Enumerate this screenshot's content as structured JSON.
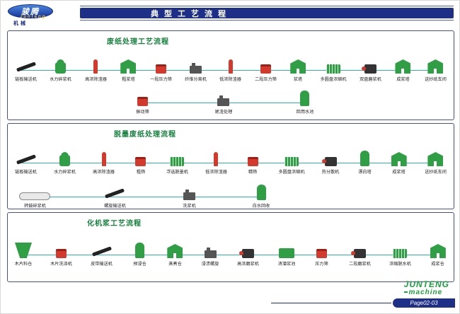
{
  "header": {
    "logo": {
      "main": "骏腾",
      "script": "Junteng",
      "sub": "机械"
    },
    "title": "典型工艺流程"
  },
  "flows": [
    {
      "title": "废纸处理工艺流程",
      "rows": [
        {
          "items": [
            {
              "label": "链板输送机",
              "type": "conveyor"
            },
            {
              "label": "水力碎浆机",
              "type": "pulper"
            },
            {
              "label": "高浓除渣器",
              "type": "cleaner"
            },
            {
              "label": "粗浆塔",
              "type": "tank"
            },
            {
              "label": "一段压力筛",
              "type": "screen"
            },
            {
              "label": "纤维分离机",
              "type": "machine"
            },
            {
              "label": "低浓除渣器",
              "type": "cleaner"
            },
            {
              "label": "二段压力筛",
              "type": "screen"
            },
            {
              "label": "浆塔",
              "type": "tank"
            },
            {
              "label": "多圆盘浓缩机",
              "type": "disc"
            },
            {
              "label": "双盘磨浆机",
              "type": "refiner"
            },
            {
              "label": "成浆塔",
              "type": "tank"
            },
            {
              "label": "送抄纸车间",
              "type": "tank"
            }
          ]
        },
        {
          "items": [
            {
              "label": "振动筛",
              "type": "screen"
            },
            {
              "label": "尾渣处理",
              "type": "machine"
            },
            {
              "label": "回用水池",
              "type": "tower"
            }
          ]
        }
      ]
    },
    {
      "title": "脱墨废纸处理流程",
      "rows": [
        {
          "items": [
            {
              "label": "链板输送机",
              "type": "conveyor"
            },
            {
              "label": "水力碎浆机",
              "type": "pulper"
            },
            {
              "label": "高浓除渣器",
              "type": "cleaner"
            },
            {
              "label": "粗筛",
              "type": "screen"
            },
            {
              "label": "浮选脱墨机",
              "type": "disc"
            },
            {
              "label": "低浓除渣器",
              "type": "cleaner"
            },
            {
              "label": "精筛",
              "type": "screen"
            },
            {
              "label": "多圆盘浓缩机",
              "type": "disc"
            },
            {
              "label": "热分散机",
              "type": "refiner"
            },
            {
              "label": "漂白塔",
              "type": "tower"
            },
            {
              "label": "成浆塔",
              "type": "tank"
            },
            {
              "label": "送抄纸车间",
              "type": "tank"
            }
          ]
        },
        {
          "items": [
            {
              "label": "转鼓碎浆机",
              "type": "drum"
            },
            {
              "label": "螺旋输送机",
              "type": "conveyor"
            },
            {
              "label": "洗浆机",
              "type": "machine"
            },
            {
              "label": "白水回收",
              "type": "tower"
            }
          ]
        }
      ]
    },
    {
      "title": "化机浆工艺流程",
      "rows": [
        {
          "items": [
            {
              "label": "木片料仓",
              "type": "hopper"
            },
            {
              "label": "木片洗涤机",
              "type": "screen"
            },
            {
              "label": "皮带输送机",
              "type": "conveyor"
            },
            {
              "label": "预浸仓",
              "type": "tower"
            },
            {
              "label": "蒸煮仓",
              "type": "tank"
            },
            {
              "label": "浸渍螺旋",
              "type": "machine"
            },
            {
              "label": "高浓磨浆机",
              "type": "refiner"
            },
            {
              "label": "消潜浆池",
              "type": "chest"
            },
            {
              "label": "压力筛",
              "type": "screen"
            },
            {
              "label": "二段磨浆机",
              "type": "refiner"
            },
            {
              "label": "浓缩脱水机",
              "type": "disc"
            },
            {
              "label": "成浆仓",
              "type": "tank"
            }
          ]
        }
      ]
    }
  ],
  "footer": {
    "brand_top": "JUNTENG",
    "brand_bottom": "machine",
    "page": "Page02-03"
  },
  "colors": {
    "accent_green": "#2f9e44",
    "navy": "#1d2f86",
    "teal": "#2cb5aa",
    "red": "#d23a2e",
    "title_green": "#15803d"
  }
}
